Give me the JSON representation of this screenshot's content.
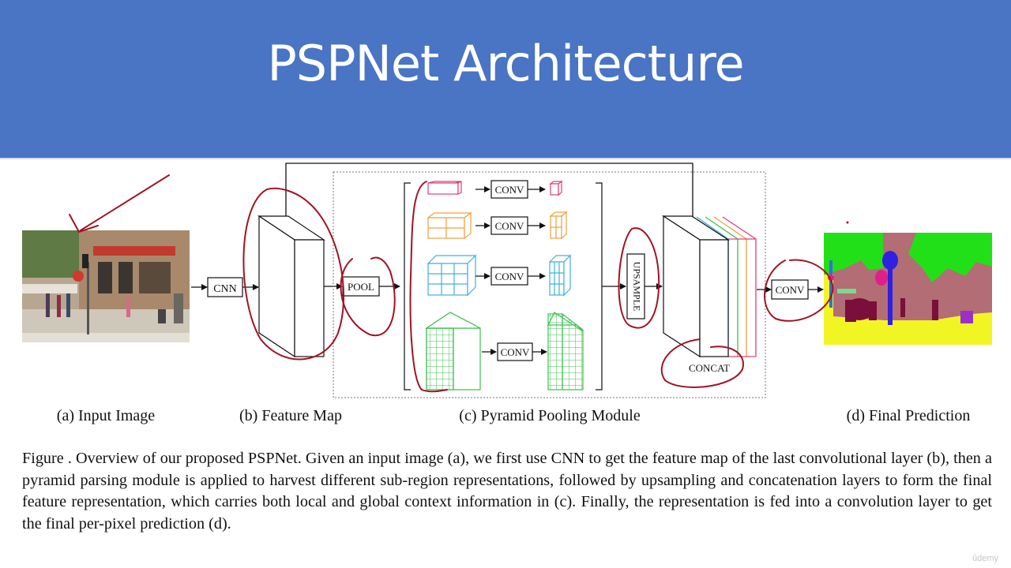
{
  "slide": {
    "title": "PSPNet Architecture"
  },
  "figure": {
    "blocks": {
      "cnn": "CNN",
      "pool": "POOL",
      "conv": "CONV",
      "upsample": "UPSAMPLE",
      "concat": "CONCAT",
      "final_conv": "CONV"
    },
    "sublabels": [
      "(a) Input Image",
      "(b) Feature Map",
      "(c) Pyramid Pooling Module",
      "(d) Final Prediction"
    ],
    "pyramid_colors": [
      "#e0407a",
      "#f0a040",
      "#40b0e0",
      "#40c050"
    ],
    "concat_stripe_colors": [
      "#40b0e0",
      "#40c050",
      "#f0a040",
      "#e0407a"
    ],
    "annotation_color": "#a11326"
  },
  "caption": {
    "text": "Figure   . Overview of our proposed PSPNet. Given an input image (a), we first use CNN to get the feature map of the last convolutional layer (b), then a pyramid parsing module is applied to harvest different sub-region representations, followed by upsampling and concatenation layers to form the final feature representation, which carries both local and global context information in (c). Finally, the representation is fed into a convolution layer to get the final per-pixel prediction (d)."
  },
  "watermark": "ûdemy"
}
